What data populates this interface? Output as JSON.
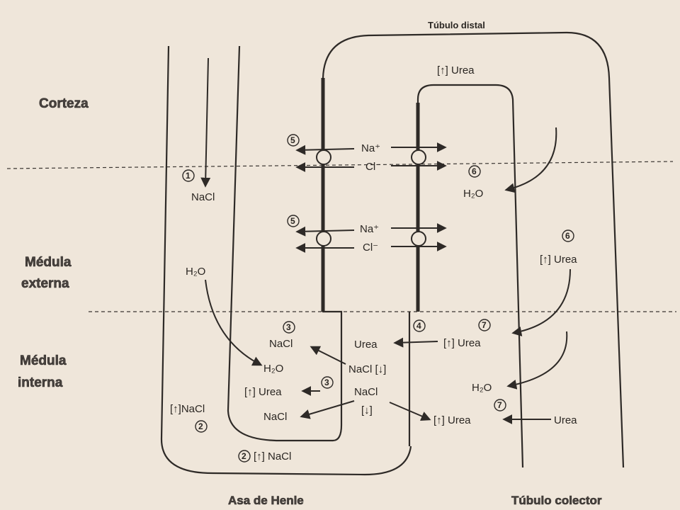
{
  "zones": {
    "corteza": "Corteza",
    "medula_externa_1": "Médula",
    "medula_externa_2": "externa",
    "medula_interna_1": "Médula",
    "medula_interna_2": "interna"
  },
  "structures": {
    "tubulo_distal": "Túbulo distal",
    "asa_de_henle": "Asa de Henle",
    "tubulo_colector": "Túbulo colector"
  },
  "labels": {
    "nacl_descending": "NaCl",
    "h2o_outer": "H₂O",
    "urea_top": "[↑] Urea",
    "na_1": "Na⁺",
    "cl_1": "Cl⁻",
    "na_2": "Na⁺",
    "cl_2": "Cl⁻",
    "h2o_cortex_right": "H₂O",
    "urea_right_outer": "[↑] Urea",
    "nacl_inner_top": "NaCl",
    "h2o_inner": "H₂O",
    "urea_inner": "[↑] Urea",
    "nacl_inner_bottom": "NaCl",
    "urea_mid": "Urea",
    "urea_collector_7": "[↑] Urea",
    "nacl_down_1": "NaCl [↓]",
    "nacl_center": "NaCl",
    "down_center": "[↓]",
    "h2o_collector": "H₂O",
    "urea_collector_bottom": "[↑] Urea",
    "urea_far_right": "Urea",
    "nacl_left_up": "[↑]NaCl",
    "nacl_bottom": "[↑] NaCl"
  },
  "markers": {
    "m1": "1",
    "m2_left": "2",
    "m2_bottom": "2",
    "m3_top": "3",
    "m3_mid": "3",
    "m4": "4",
    "m5_top": "5",
    "m5_bottom": "5",
    "m6_top": "6",
    "m6_right": "6",
    "m7_top": "7",
    "m7_bottom": "7"
  }
}
